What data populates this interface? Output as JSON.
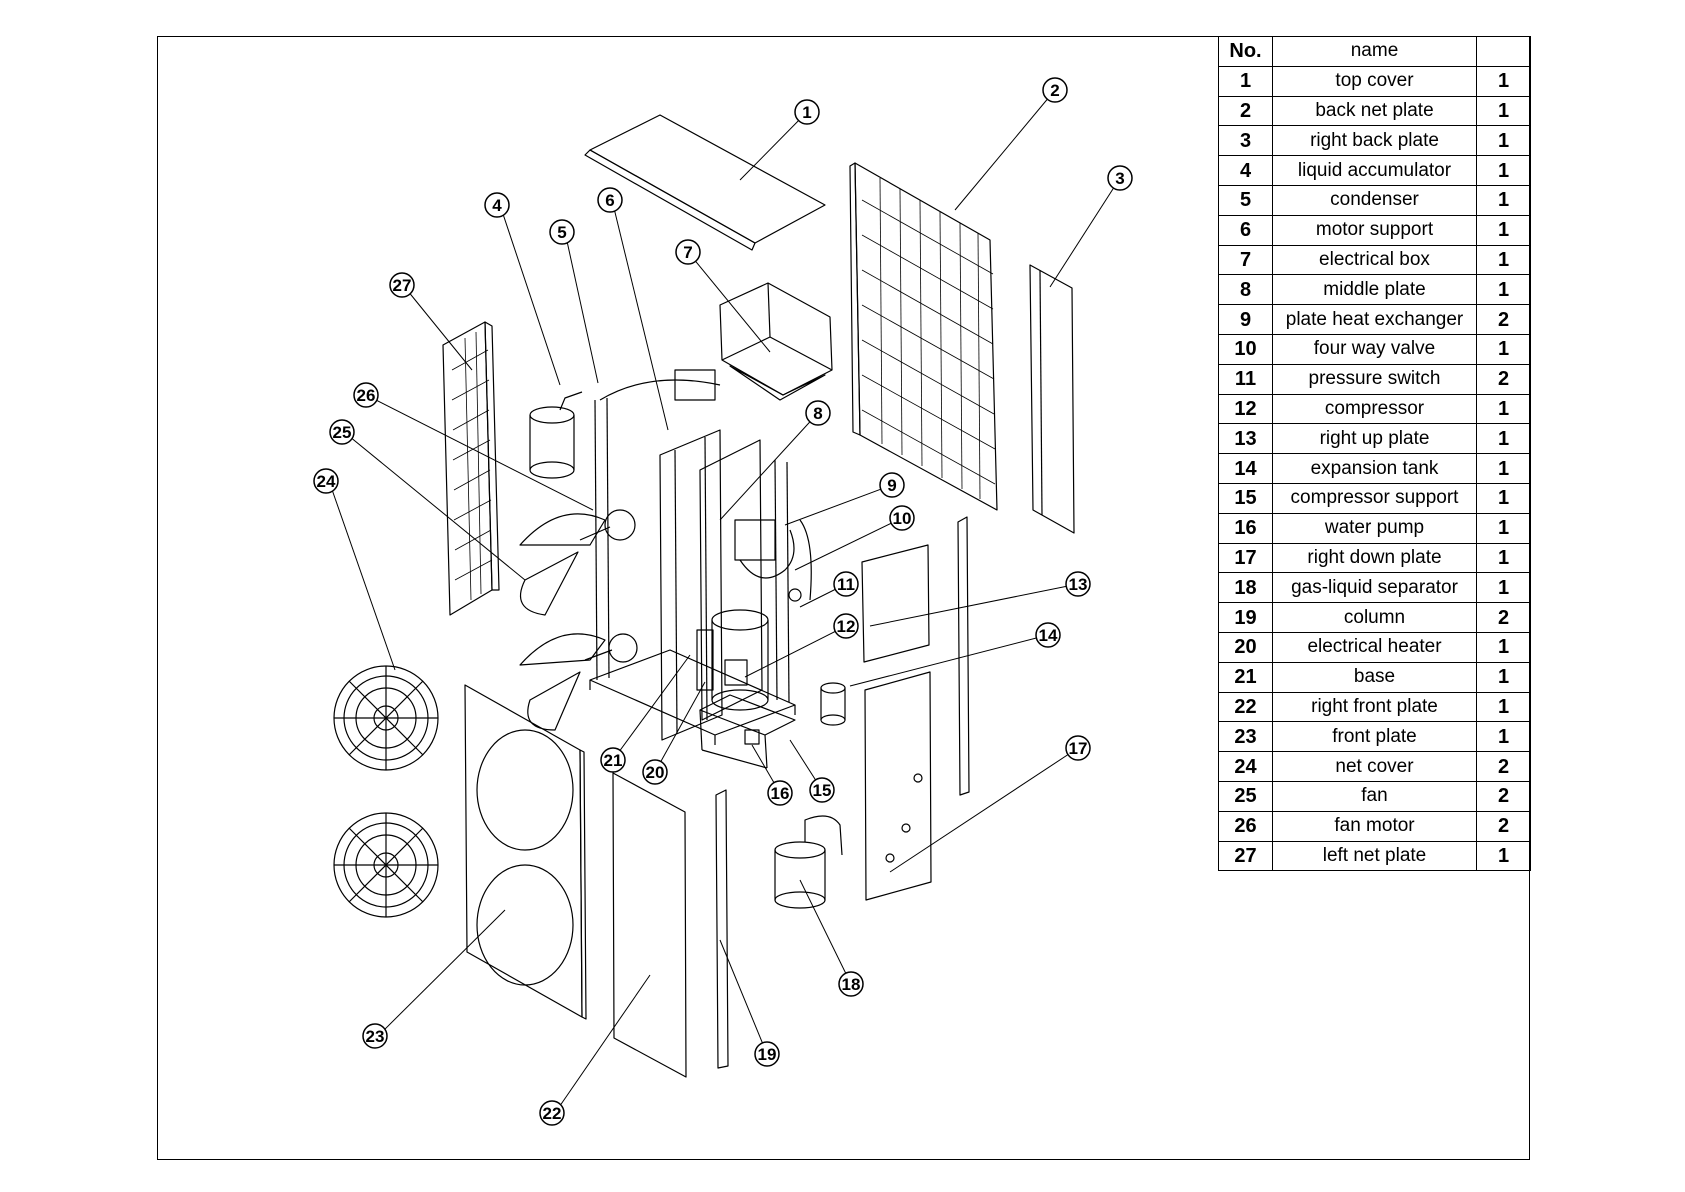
{
  "table": {
    "headers": {
      "no": "No.",
      "name": "name",
      "qty": ""
    },
    "rows": [
      {
        "no": "1",
        "name": "top cover",
        "qty": "1"
      },
      {
        "no": "2",
        "name": "back net plate",
        "qty": "1"
      },
      {
        "no": "3",
        "name": "right back plate",
        "qty": "1"
      },
      {
        "no": "4",
        "name": "liquid accumulator",
        "qty": "1"
      },
      {
        "no": "5",
        "name": "condenser",
        "qty": "1"
      },
      {
        "no": "6",
        "name": "motor support",
        "qty": "1"
      },
      {
        "no": "7",
        "name": "electrical box",
        "qty": "1"
      },
      {
        "no": "8",
        "name": "middle plate",
        "qty": "1"
      },
      {
        "no": "9",
        "name": "plate heat exchanger",
        "qty": "2"
      },
      {
        "no": "10",
        "name": "four way valve",
        "qty": "1"
      },
      {
        "no": "11",
        "name": "pressure switch",
        "qty": "2"
      },
      {
        "no": "12",
        "name": "compressor",
        "qty": "1"
      },
      {
        "no": "13",
        "name": "right up plate",
        "qty": "1"
      },
      {
        "no": "14",
        "name": "expansion tank",
        "qty": "1"
      },
      {
        "no": "15",
        "name": "compressor support",
        "qty": "1"
      },
      {
        "no": "16",
        "name": "water pump",
        "qty": "1"
      },
      {
        "no": "17",
        "name": "right down plate",
        "qty": "1"
      },
      {
        "no": "18",
        "name": "gas-liquid separator",
        "qty": "1"
      },
      {
        "no": "19",
        "name": "column",
        "qty": "2"
      },
      {
        "no": "20",
        "name": "electrical heater",
        "qty": "1"
      },
      {
        "no": "21",
        "name": "base",
        "qty": "1"
      },
      {
        "no": "22",
        "name": "right front plate",
        "qty": "1"
      },
      {
        "no": "23",
        "name": "front plate",
        "qty": "1"
      },
      {
        "no": "24",
        "name": "net cover",
        "qty": "2"
      },
      {
        "no": "25",
        "name": "fan",
        "qty": "2"
      },
      {
        "no": "26",
        "name": "fan motor",
        "qty": "2"
      },
      {
        "no": "27",
        "name": "left net plate",
        "qty": "1"
      }
    ]
  },
  "callouts": [
    "1",
    "2",
    "3",
    "4",
    "5",
    "6",
    "7",
    "8",
    "9",
    "10",
    "11",
    "12",
    "13",
    "14",
    "15",
    "16",
    "17",
    "18",
    "19",
    "20",
    "21",
    "22",
    "23",
    "24",
    "25",
    "26",
    "27"
  ]
}
